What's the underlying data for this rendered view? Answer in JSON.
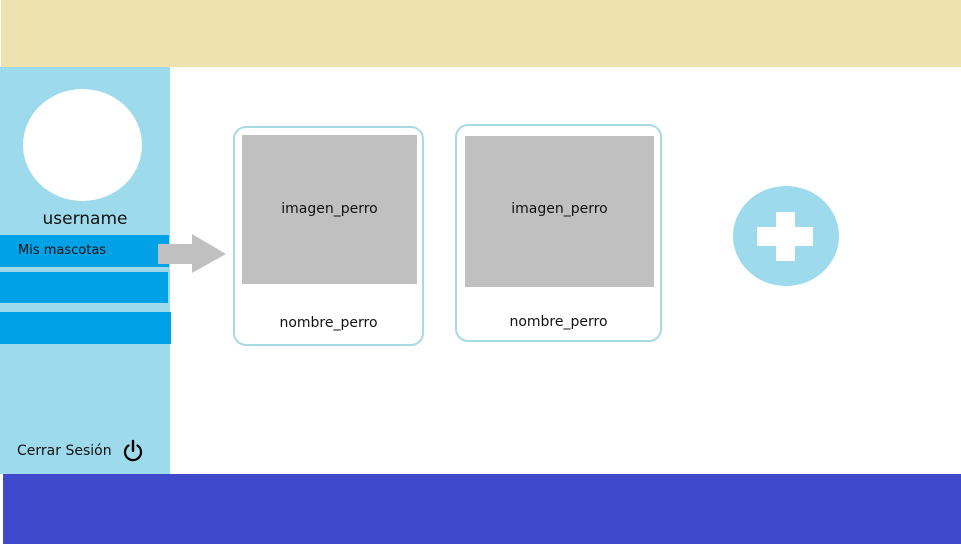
{
  "colors": {
    "header": "#efe2b1",
    "sidebar": "#9ddaeb",
    "menu_item": "#00a1e6",
    "card_border": "#a6dbe6",
    "image_placeholder": "#c0c0c0",
    "add_button": "#9ddaeb",
    "footer": "#3f49cc"
  },
  "sidebar": {
    "username": "username",
    "menu": [
      {
        "label": "Mis mascotas"
      },
      {
        "label": ""
      },
      {
        "label": ""
      }
    ],
    "logout": {
      "label": "Cerrar Sesión",
      "icon": "power-icon"
    }
  },
  "pets": [
    {
      "image_label": "imagen_perro",
      "name": "nombre_perro"
    },
    {
      "image_label": "imagen_perro",
      "name": "nombre_perro"
    }
  ],
  "add_button": {
    "icon": "plus-icon"
  }
}
